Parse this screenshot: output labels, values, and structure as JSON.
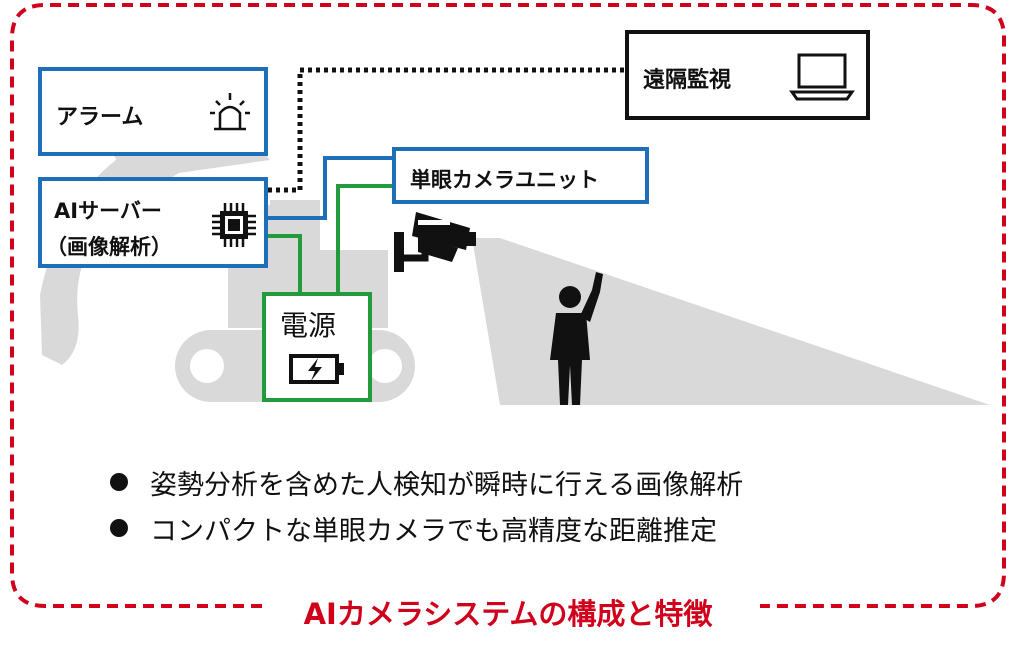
{
  "boxes": {
    "alarm": "アラーム",
    "remote": "遠隔監視",
    "server_line1": "AIサーバー",
    "server_line2": "（画像解析）",
    "camera_unit": "単眼カメラユニット",
    "power": "電源"
  },
  "bullets": [
    "姿勢分析を含めた人検知が瞬時に行える画像解析",
    "コンパクトな単眼カメラでも高精度な距離推定"
  ],
  "caption": "AIカメラシステムの構成と特徴",
  "colors": {
    "frame": "#d0021b",
    "caption": "#d0021b",
    "blue_box": "#1f6fb8",
    "green_box": "#239a3c",
    "black_box": "#111111",
    "excavator": "#d9d9d9",
    "camera_view": "#d9d9d9"
  },
  "icons": {
    "alarm": "alarm-light-icon",
    "remote": "laptop-icon",
    "server": "cpu-chip-icon",
    "power": "battery-charging-icon",
    "camera": "security-camera-icon",
    "person": "person-raising-hand-icon"
  }
}
